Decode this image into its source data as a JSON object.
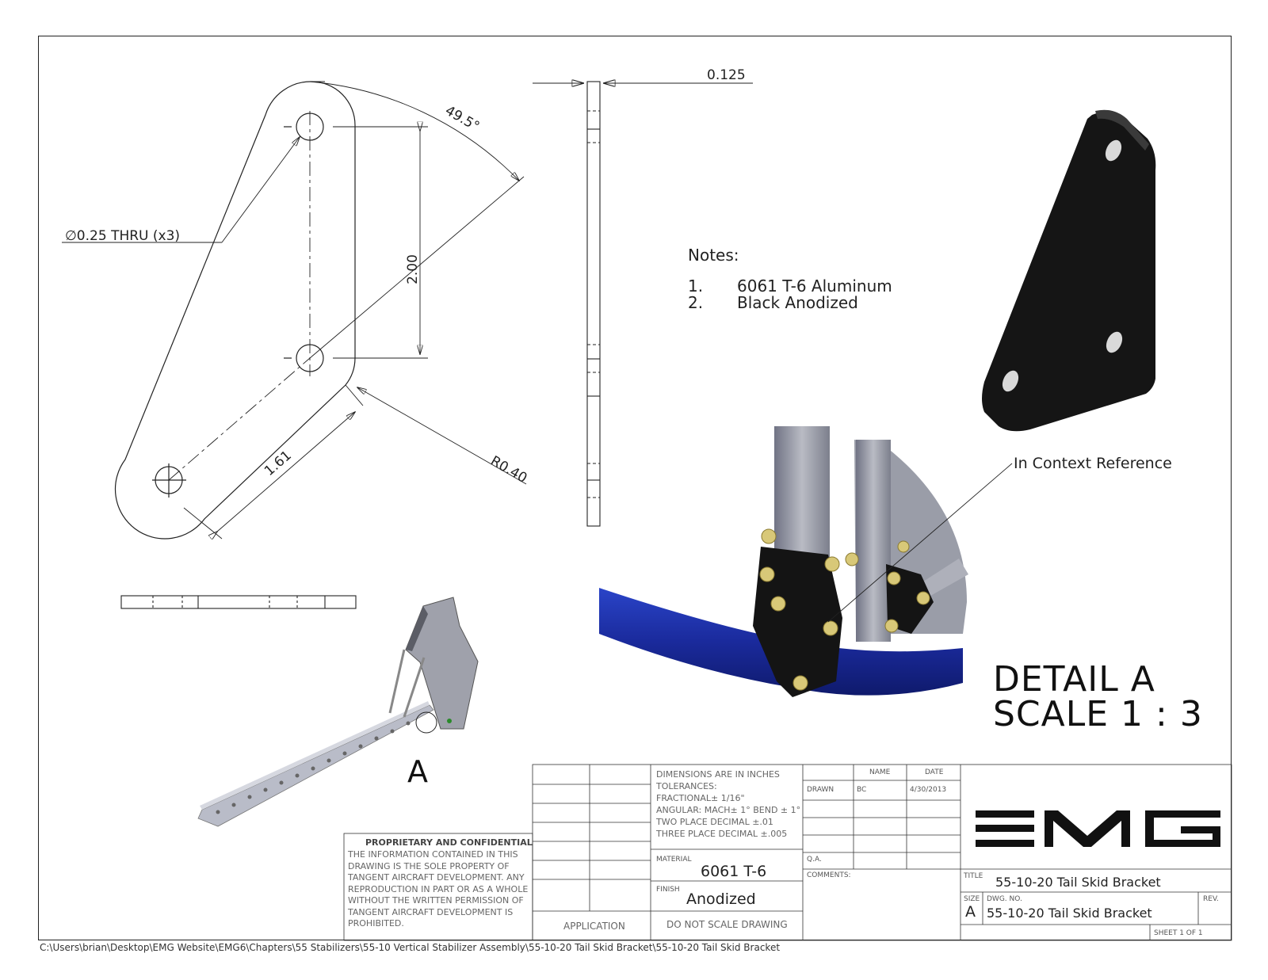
{
  "dimensions": {
    "hole_callout": "∅0.25 THRU (x3)",
    "angle": "49.5°",
    "thickness": "0.125",
    "vertical": "2.00",
    "diagonal": "1.61",
    "radius": "R0.40"
  },
  "notes": {
    "title": "Notes:",
    "items": [
      {
        "num": "1.",
        "text": "6061 T-6 Aluminum"
      },
      {
        "num": "2.",
        "text": "Black Anodized"
      }
    ]
  },
  "detail": {
    "title_line1": "DETAIL A",
    "title_line2": "SCALE 1 : 3",
    "context_label": "In Context Reference",
    "view_label": "A"
  },
  "title_block": {
    "tolerances": [
      "DIMENSIONS ARE IN INCHES",
      "TOLERANCES:",
      "FRACTIONAL± 1/16\"",
      "ANGULAR: MACH± 1° BEND ± 1°",
      "TWO PLACE DECIMAL    ±.01",
      "THREE PLACE DECIMAL  ±.005"
    ],
    "name_header": "NAME",
    "date_header": "DATE",
    "drawn_label": "DRAWN",
    "drawn_name": "BC",
    "drawn_date": "4/30/2013",
    "qa_label": "Q.A.",
    "comments_label": "COMMENTS:",
    "material_label": "MATERIAL",
    "material_value": "6061 T-6",
    "finish_label": "FINISH",
    "finish_value": "Anodized",
    "application_label": "APPLICATION",
    "do_not_scale": "DO NOT SCALE DRAWING",
    "proprietary_title": "PROPRIETARY AND CONFIDENTIAL",
    "proprietary_text": [
      "THE INFORMATION CONTAINED IN THIS",
      "DRAWING IS THE SOLE PROPERTY OF",
      "TANGENT AIRCRAFT DEVELOPMENT.  ANY",
      "REPRODUCTION IN PART OR AS A WHOLE",
      "WITHOUT THE WRITTEN PERMISSION OF",
      "TANGENT AIRCRAFT DEVELOPMENT IS",
      "PROHIBITED."
    ],
    "title_label": "TITLE",
    "title_value": "55-10-20 Tail Skid Bracket",
    "size_label": "SIZE",
    "size_value": "A",
    "dwg_label": "DWG.  NO.",
    "dwg_value": "55-10-20 Tail Skid Bracket",
    "rev_label": "REV.",
    "sheet": "SHEET 1 OF 1",
    "logo_text": "EMG"
  },
  "filepath": "C:\\Users\\brian\\Desktop\\EMG Website\\EMG6\\Chapters\\55 Stabilizers\\55-10 Vertical Stabilizer Assembly\\55-10-20 Tail Skid Bracket\\55-10-20 Tail Skid Bracket",
  "colors": {
    "line": "#222222",
    "part_black": "#1c1c1c",
    "tube_blue": "#1c2fa8",
    "tube_grey": "#9a9ca8",
    "bolt_gold": "#d8c878"
  }
}
